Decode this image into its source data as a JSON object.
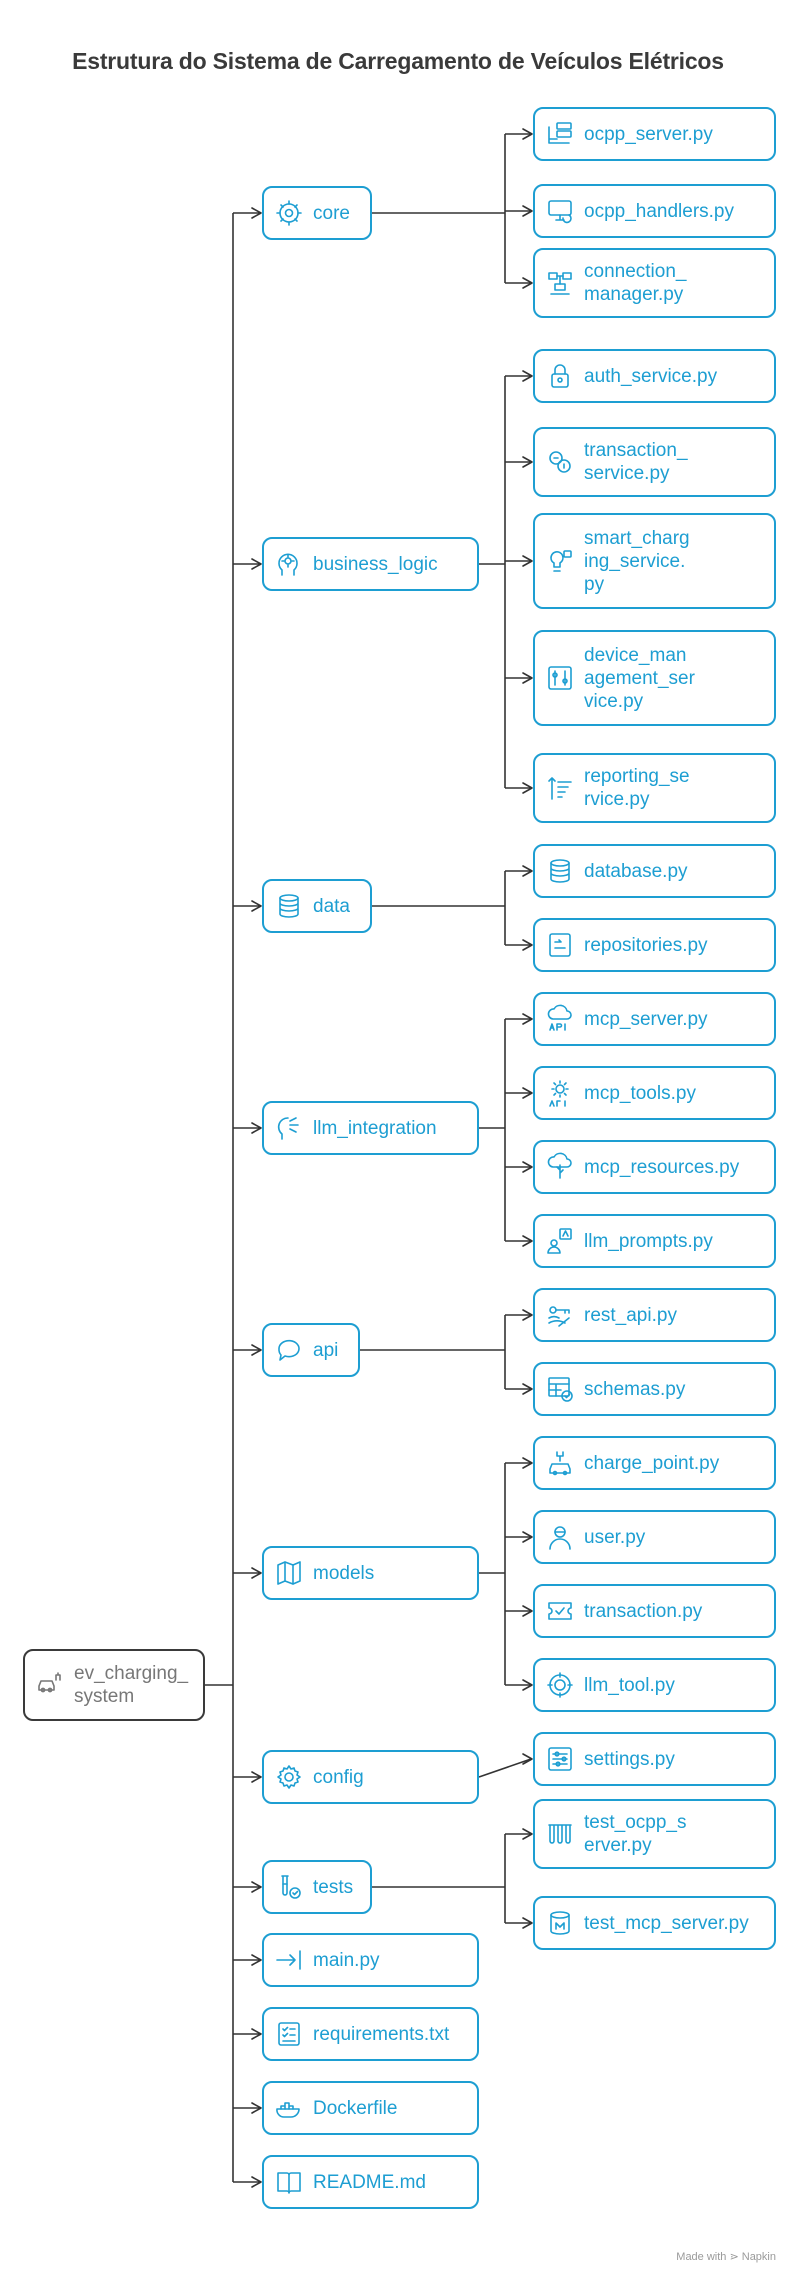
{
  "title": "Estrutura do Sistema de Carregamento de Veículos Elétricos",
  "watermark": "Made with ⋗ Napkin",
  "colors": {
    "accent": "#1d9ed2",
    "root": "#3a3a3a",
    "edge": "#333333"
  },
  "root": {
    "label": "ev_charging_\nsystem",
    "icon": "car-charging-icon"
  },
  "categories": [
    {
      "label": "core",
      "icon": "gear-network-icon",
      "children": [
        {
          "label": "ocpp_server.py",
          "icon": "server-icon"
        },
        {
          "label": "ocpp_handlers.py",
          "icon": "monitor-sync-icon"
        },
        {
          "label": "connection_\nmanager.py",
          "icon": "network-devices-icon"
        }
      ]
    },
    {
      "label": "business_logic",
      "icon": "head-gears-icon",
      "children": [
        {
          "label": "auth_service.py",
          "icon": "lock-icon"
        },
        {
          "label": "transaction_\nservice.py",
          "icon": "currency-exchange-icon"
        },
        {
          "label": "smart_charg\ning_service.\npy",
          "icon": "bulb-robot-icon"
        },
        {
          "label": "device_man\nagement_ser\nvice.py",
          "icon": "tools-panel-icon"
        },
        {
          "label": "reporting_se\nrvice.py",
          "icon": "sort-list-icon"
        }
      ]
    },
    {
      "label": "data",
      "icon": "database-icon",
      "children": [
        {
          "label": "database.py",
          "icon": "database-icon"
        },
        {
          "label": "repositories.py",
          "icon": "file-box-icon"
        }
      ]
    },
    {
      "label": "llm_integration",
      "icon": "head-plug-icon",
      "children": [
        {
          "label": "mcp_server.py",
          "icon": "cloud-api-icon"
        },
        {
          "label": "mcp_tools.py",
          "icon": "gear-api-icon"
        },
        {
          "label": "mcp_resources.py",
          "icon": "cloud-plant-icon"
        },
        {
          "label": "llm_prompts.py",
          "icon": "person-translate-icon"
        }
      ]
    },
    {
      "label": "api",
      "icon": "chat-bubble-icon",
      "children": [
        {
          "label": "rest_api.py",
          "icon": "network-key-icon"
        },
        {
          "label": "schemas.py",
          "icon": "table-check-icon"
        }
      ]
    },
    {
      "label": "models",
      "icon": "folded-map-icon",
      "children": [
        {
          "label": "charge_point.py",
          "icon": "car-plug-icon"
        },
        {
          "label": "user.py",
          "icon": "user-icon"
        },
        {
          "label": "transaction.py",
          "icon": "ticket-check-icon"
        },
        {
          "label": "llm_tool.py",
          "icon": "gear-wrench-icon"
        }
      ]
    },
    {
      "label": "config",
      "icon": "gear-icon",
      "children": [
        {
          "label": "settings.py",
          "icon": "sliders-icon"
        }
      ]
    },
    {
      "label": "tests",
      "icon": "test-tube-check-icon",
      "children": [
        {
          "label": "test_ocpp_s\nerver.py",
          "icon": "test-tubes-icon"
        },
        {
          "label": "test_mcp_server.py",
          "icon": "database-m-icon"
        }
      ]
    },
    {
      "label": "main.py",
      "icon": "arrow-right-bar-icon",
      "children": []
    },
    {
      "label": "requirements.txt",
      "icon": "checklist-icon",
      "children": []
    },
    {
      "label": "Dockerfile",
      "icon": "docker-whale-icon",
      "children": []
    },
    {
      "label": "README.md",
      "icon": "book-icon",
      "children": []
    }
  ]
}
